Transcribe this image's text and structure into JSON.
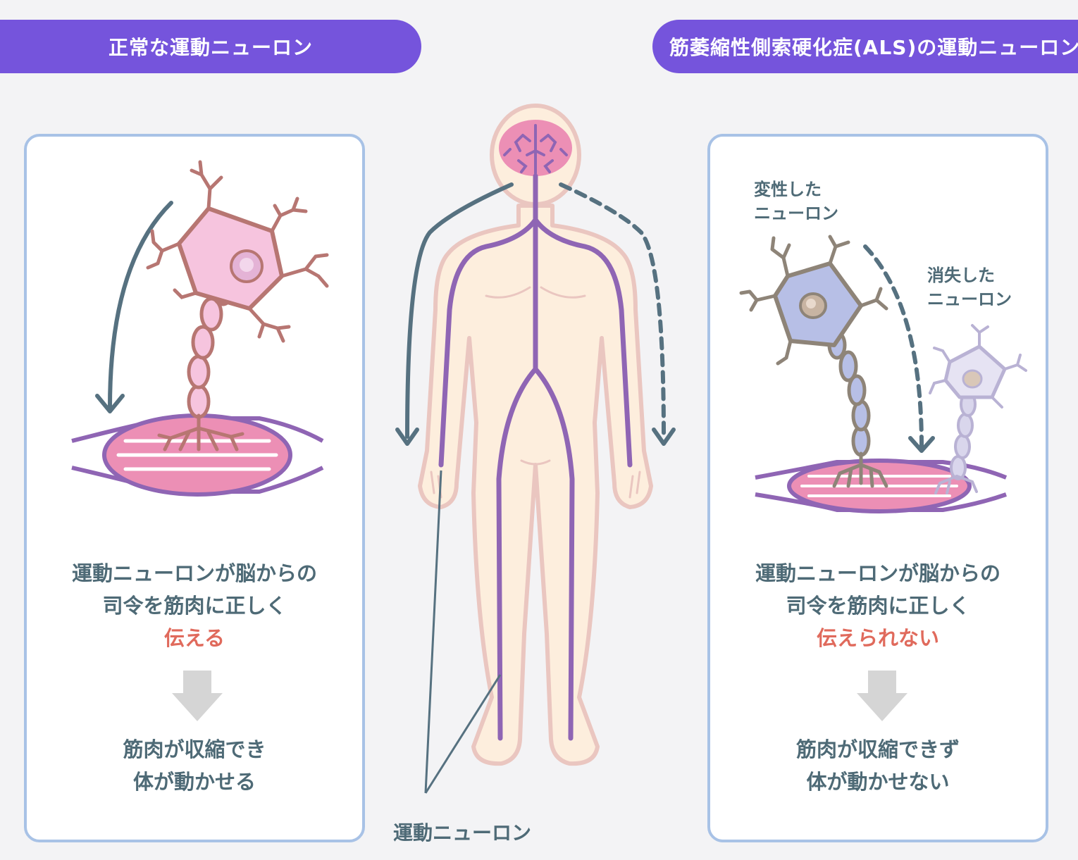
{
  "headers": {
    "normal": "正常な運動ニューロン",
    "als": "筋萎縮性側索硬化症(ALS)の運動ニューロン"
  },
  "left_panel": {
    "line1": "運動ニューロンが脳からの",
    "line2": "司令を筋肉に正しく",
    "highlight": "伝える",
    "result_line1": "筋肉が収縮でき",
    "result_line2": "体が動かせる"
  },
  "right_panel": {
    "line1": "運動ニューロンが脳からの",
    "line2": "司令を筋肉に正しく",
    "highlight": "伝えられない",
    "result_line1": "筋肉が収縮できず",
    "result_line2": "体が動かせない",
    "degenerated_label_1": "変性した",
    "degenerated_label_2": "ニューロン",
    "lost_label_1": "消失した",
    "lost_label_2": "ニューロン"
  },
  "center": {
    "motor_neuron_label": "運動ニューロン"
  },
  "colors": {
    "accent_purple": "#7554dc",
    "panel_border": "#a8c2e6",
    "text_slate": "#4e6a76",
    "highlight_red": "#e06a5c",
    "skin": "#fdeedd",
    "skin_outline": "#eac6c0",
    "nerve_purple": "#8f65b4",
    "muscle_pink": "#ec8fb5",
    "neuron_pink": "#f6c4de",
    "neuron_outline": "#b77672",
    "degenerated_blue": "#b7bfe6",
    "lost_lavender": "#d9d6ec",
    "arrow_slate": "#567180",
    "down_arrow_gray": "#d5d5d5"
  }
}
